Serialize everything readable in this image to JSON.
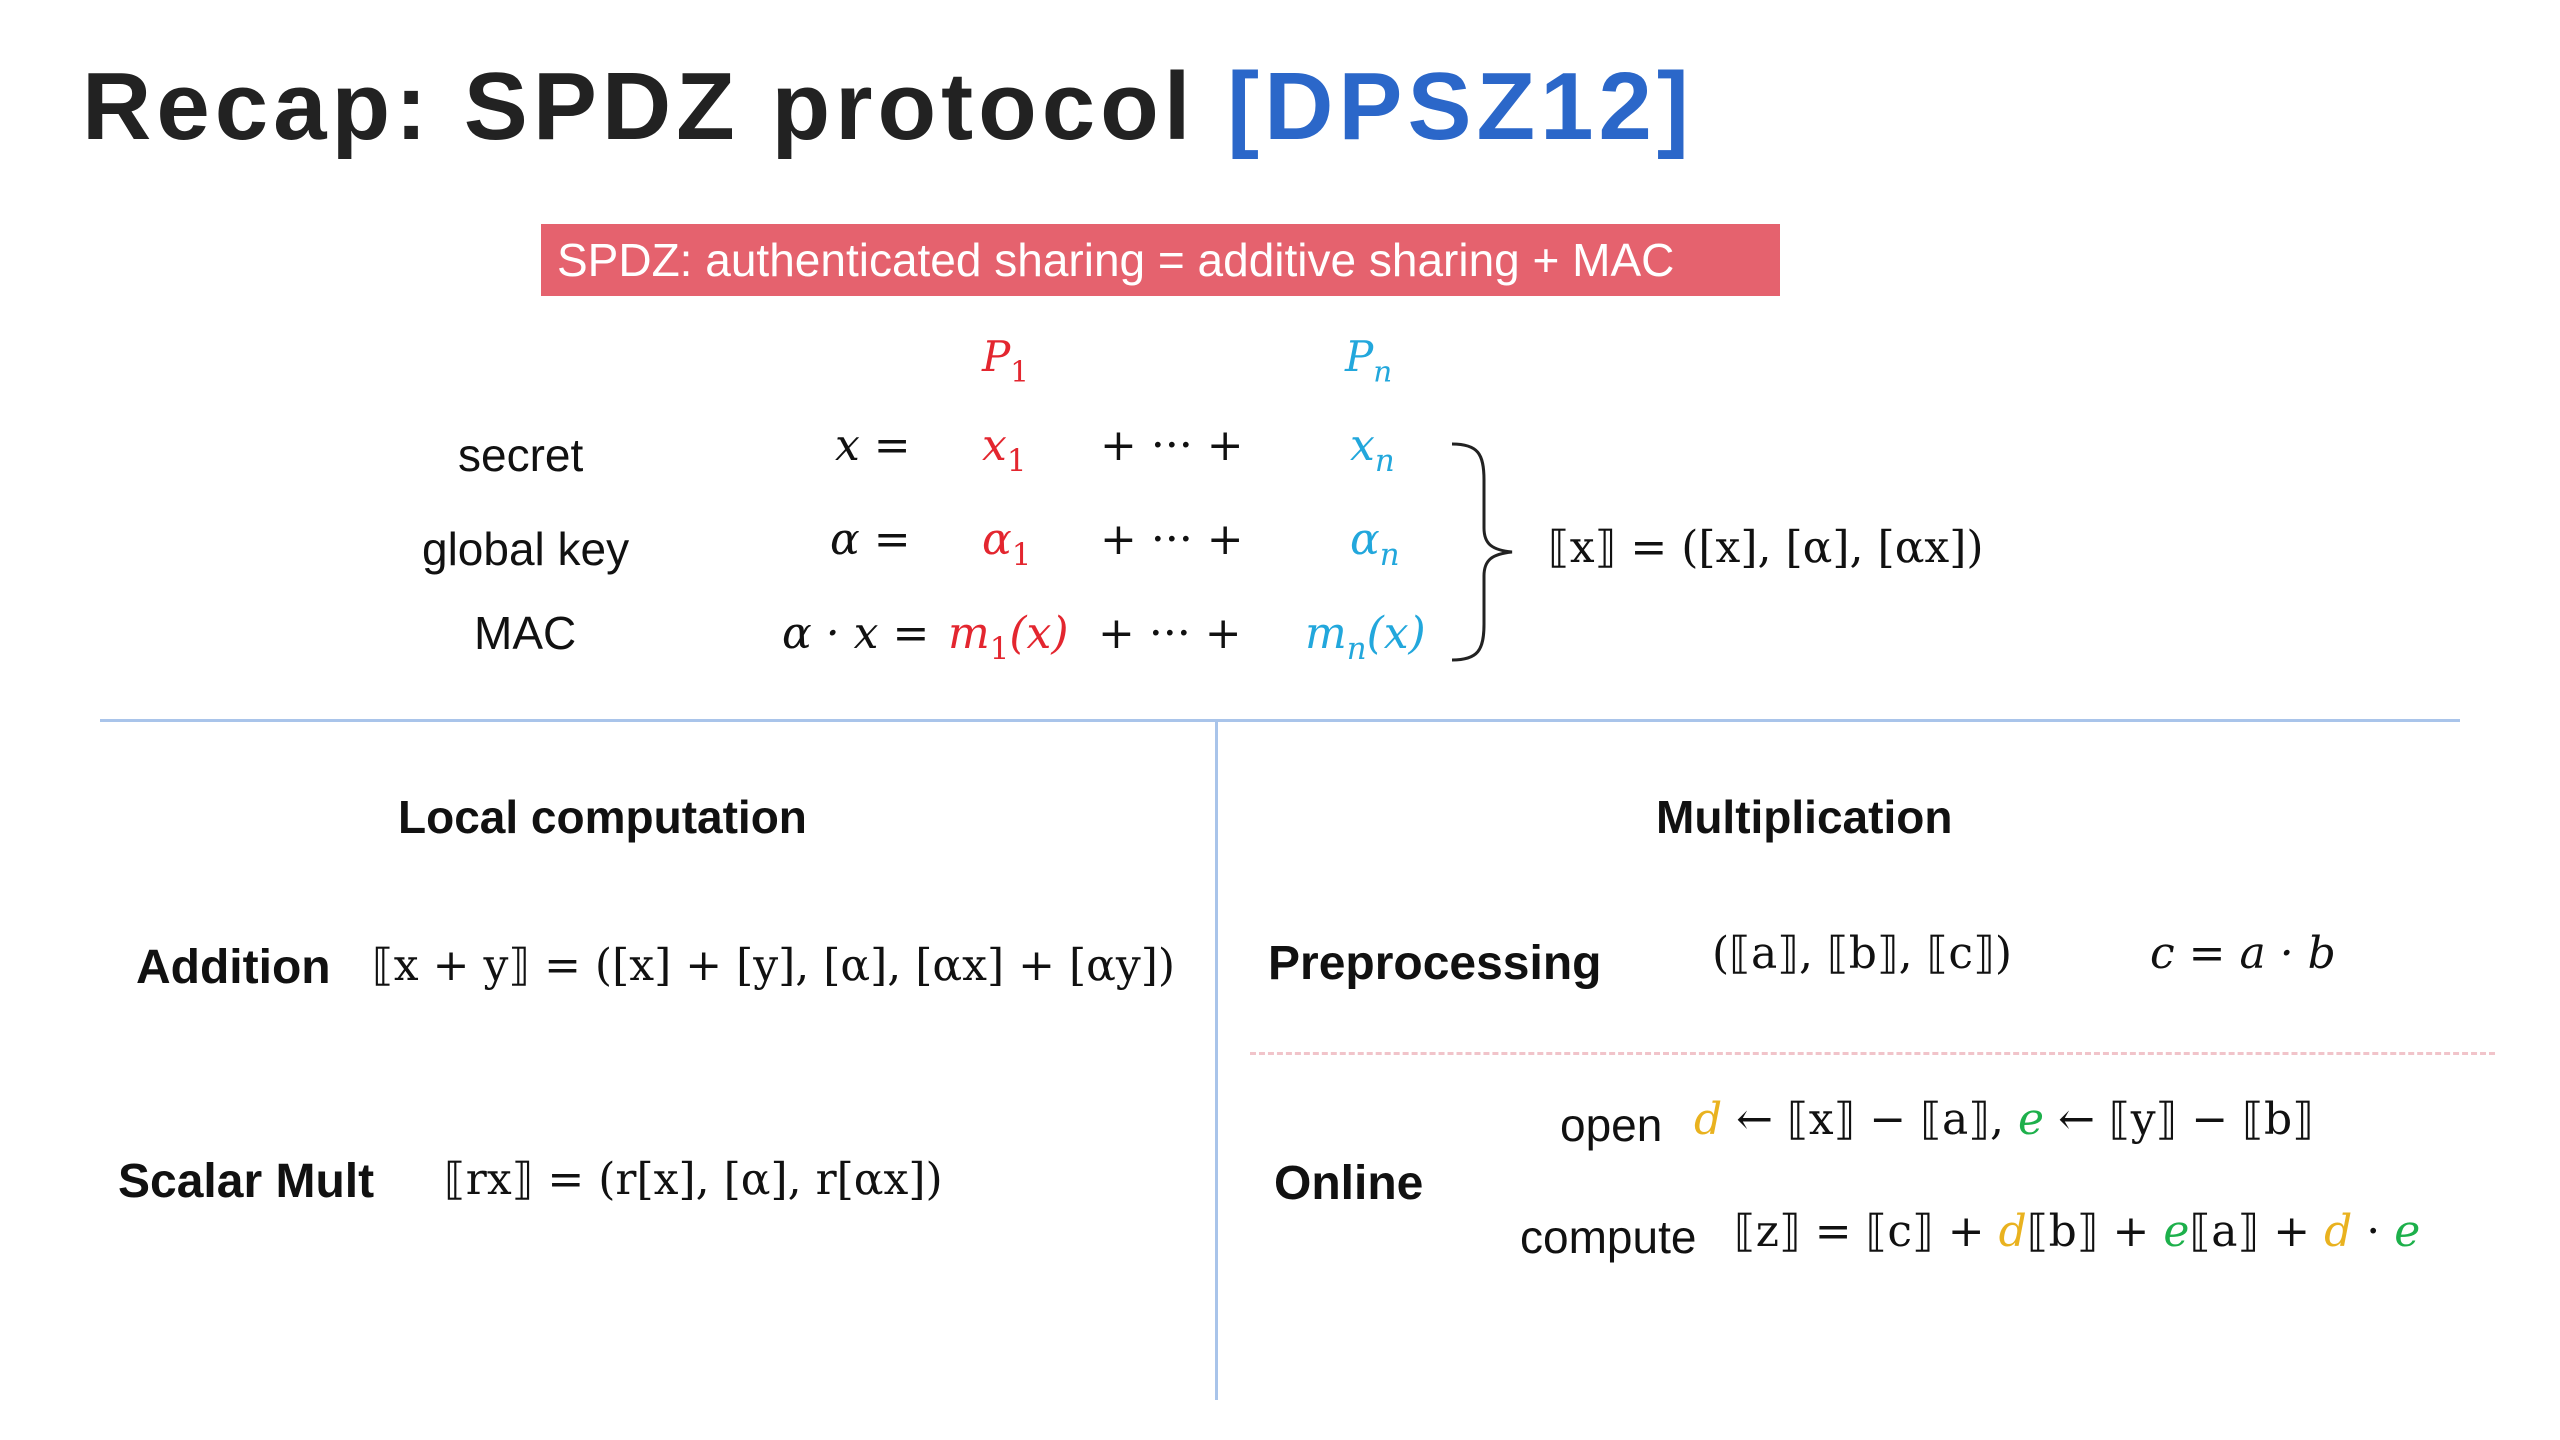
{
  "title": {
    "main": "Recap: SPDZ protocol ",
    "ref": "[DPSZ12]"
  },
  "banner": "SPDZ: authenticated sharing = additive sharing + MAC",
  "parties": {
    "p1": "P",
    "p1_sub": "1",
    "pn": "P",
    "pn_sub": "n"
  },
  "rows": {
    "secret": {
      "label": "secret",
      "lhs": "x  =",
      "first": "x",
      "first_sub": "1",
      "mid": "+   ···  +",
      "last": "x",
      "last_sub": "n"
    },
    "global_key": {
      "label": "global key",
      "lhs": "α  =",
      "first": "α",
      "first_sub": "1",
      "mid": "+   ···  +",
      "last": "α",
      "last_sub": "n"
    },
    "mac": {
      "label": "MAC",
      "lhs": "α · x =",
      "first": "m",
      "first_sub": "1",
      "first_tail": "(x)",
      "mid": "+  ···   +",
      "last": "m",
      "last_sub": "n",
      "last_tail": "(x)"
    }
  },
  "share_def": "⟦x⟧ = ([x], [α], [αx])",
  "left": {
    "heading": "Local computation",
    "addition": {
      "label": "Addition",
      "formula": "⟦x + y⟧ = ([x] + [y], [α], [αx] + [αy])"
    },
    "scalar": {
      "label": "Scalar Mult",
      "formula": "⟦rx⟧ = (r[x], [α], r[αx])"
    }
  },
  "right": {
    "heading": "Multiplication",
    "preprocessing": {
      "label": "Preprocessing",
      "formula": "(⟦a⟧, ⟦b⟧, ⟦c⟧)",
      "relation": "c = a · b"
    },
    "online": {
      "label": "Online",
      "open": {
        "label": "open",
        "d": "d",
        "part1": " ← ⟦x⟧ − ⟦a⟧,",
        "e": "e",
        "part2": " ← ⟦y⟧ − ⟦b⟧"
      },
      "compute": {
        "label": "compute",
        "part1": "⟦z⟧ = ⟦c⟧ + ",
        "d1": "d",
        "part2": "⟦b⟧ + ",
        "e1": "e",
        "part3": "⟦a⟧ + ",
        "d2": "d",
        "dot": " · ",
        "e2": "e"
      }
    }
  },
  "colors": {
    "banner": "#e5626e",
    "ref": "#2b67c9",
    "party1": "#e3262f",
    "partyn": "#22a7dc",
    "d": "#e9b21f",
    "e": "#1db04b",
    "divider": "#a9c4ea"
  }
}
